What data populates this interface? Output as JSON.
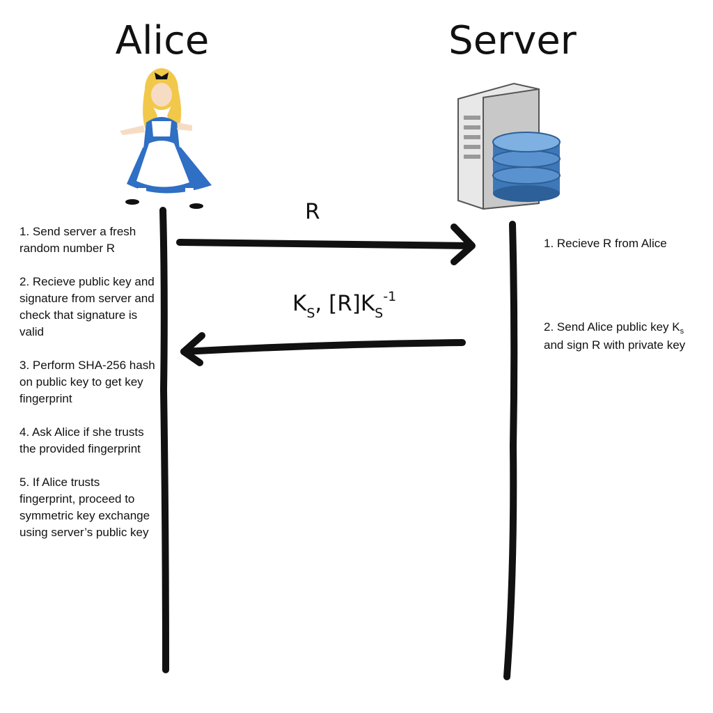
{
  "participants": {
    "alice": {
      "name": "Alice",
      "icon": "alice-character-icon"
    },
    "server": {
      "name": "Server",
      "icon": "server-database-icon"
    }
  },
  "messages": [
    {
      "label": "R",
      "from": "Alice",
      "to": "Server"
    },
    {
      "label_parts": {
        "k": "K",
        "s1": "S",
        "sep": ", [R]K",
        "s2": "S",
        "exp": "-1"
      },
      "from": "Server",
      "to": "Alice"
    }
  ],
  "alice_steps": [
    "1. Send server a fresh random number R",
    "2. Recieve public key and signature from server and check that signature is valid",
    "3. Perform SHA-256 hash on public key to get key fingerprint",
    "4. Ask Alice if she trusts the provided fingerprint",
    "5. If Alice trusts fingerprint, proceed to symmetric key exchange using server’s public key"
  ],
  "server_steps": {
    "step1": "1. Recieve R from Alice",
    "step2_a": "2. Send Alice public key K",
    "step2_sub": "s",
    "step2_b": "and sign R with private key"
  },
  "colors": {
    "line": "#111111",
    "dress": "#2f6fc4",
    "hair": "#f2c84b",
    "apron": "#ffffff",
    "disk": "#3f78b8",
    "tower": "#e8e8e8"
  }
}
